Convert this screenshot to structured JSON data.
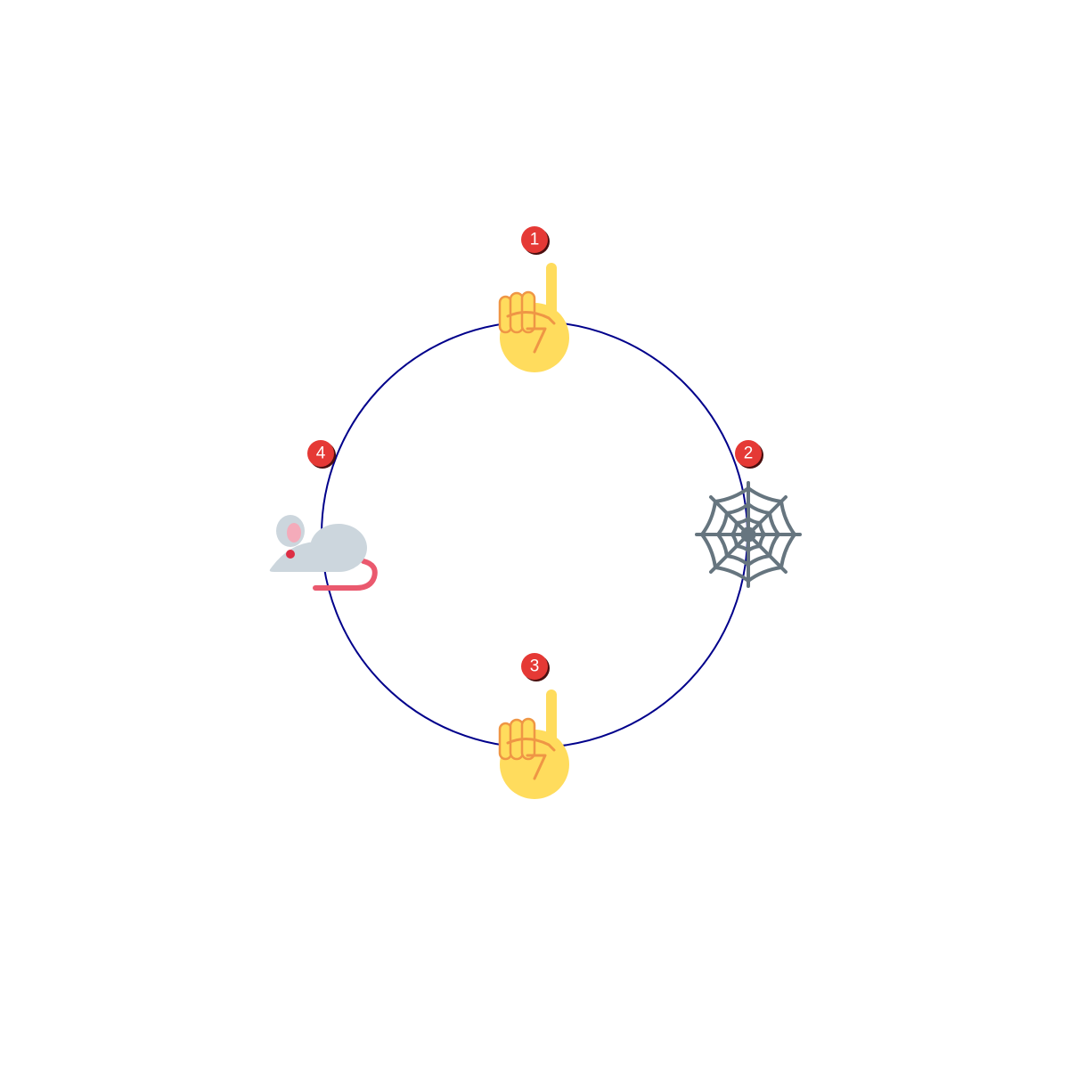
{
  "colors": {
    "ring": "#00008b",
    "badge_fill": "#e53935",
    "badge_shadow": "#4a0f0f",
    "badge_text": "#ffffff",
    "skin": "#ffdc5d",
    "skin_line": "#ef9645",
    "web": "#66757f",
    "mouse_body": "#ccd6dd",
    "mouse_ear": "#f4abba",
    "mouse_eye": "#dd2e44",
    "mouse_tail": "#ea596e"
  },
  "nodes": [
    {
      "badge": "1",
      "icon": "backhand-index-pointing-up-icon"
    },
    {
      "badge": "2",
      "icon": "spider-web-icon"
    },
    {
      "badge": "3",
      "icon": "backhand-index-pointing-up-icon"
    },
    {
      "badge": "4",
      "icon": "mouse-icon"
    }
  ]
}
